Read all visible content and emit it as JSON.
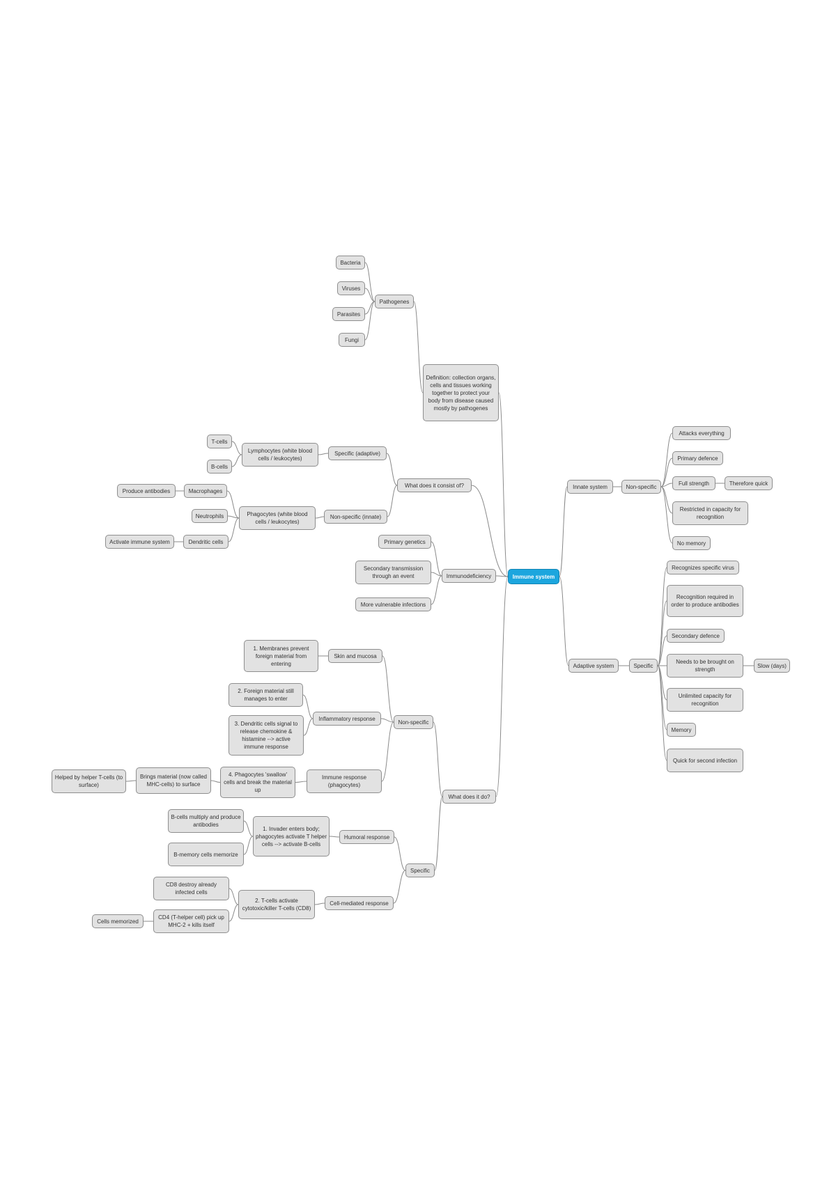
{
  "colors": {
    "root_fill": "#1ca6de",
    "node_fill": "#e2e2e2",
    "node_border": "#8e8e8e",
    "edge": "#8a8a8a"
  },
  "nodes": {
    "root": "Immune system",
    "definition": "Definition: collection organs, cells and tissues working together to protect your body from disease caused mostly by pathogenes",
    "pathogenes": "Pathogenes",
    "bacteria": "Bacteria",
    "viruses": "Viruses",
    "parasites": "Parasites",
    "fungi": "Fungi",
    "consists": "What does it consist of?",
    "specific_adaptive": "Specific (adaptive)",
    "lymphocytes": "Lymphocytes (white blood cells / leukocytes)",
    "tcells": "T-cells",
    "bcells": "B-cells",
    "nonspecific_innate": "Non-specific (innate)",
    "phagocytes": "Phagocytes (white blood cells / leukocytes)",
    "macrophages": "Macrophages",
    "produce_antibodies": "Produce antibodies",
    "neutrophils": "Neutrophils",
    "dendritic": "Dendritic cells",
    "activate_immune": "Activate immune system",
    "immunodef": "Immunodeficiency",
    "primary_genetics": "Primary genetics",
    "secondary_transmission": "Secondary transmission through an event",
    "more_vulnerable": "More vulnerable infections",
    "what_do": "What does it do?",
    "nonspecific_do": "Non-specific",
    "skin": "Skin and mucosa",
    "membranes": "1. Membranes prevent foreign material from entering",
    "inflammatory": "Inflammatory response",
    "foreign_still": "2. Foreign material still manages to enter",
    "dendritic_signal": "3. Dendritic cells signal to release chemokine & histamine --> active immune response",
    "immune_response": "Immune response (phagocytes)",
    "swallow": "4. Phagocytes 'swallow' cells and break the material up",
    "brings_material": "Brings material (now called MHC-cells) to surface",
    "helped_by": "Helped by helper T-cells (to surface)",
    "specific_do": "Specific",
    "humoral": "Humoral response",
    "invader_enters": "1. Invader enters body; phagocytes activate T helper cells --> activate B-cells",
    "bcells_multiply": "B-cells multiply and produce antibodies",
    "bmemory": "B-memory cells memorize",
    "cell_mediated": "Cell-mediated response",
    "tcells_activate": "2. T-cells activate cytotoxic/killer T-cells (CD8)",
    "cd8_destroy": "CD8 destroy already infected cells",
    "cd4": "CD4 (T-helper cell) pick up MHC-2 + kills itself",
    "cells_memorized": "Cells memorized",
    "innate_system": "Innate system",
    "innate_nonspecific": "Non-specific",
    "attacks": "Attacks everything",
    "primary_defence": "Primary defence",
    "full_strength": "Full strength",
    "therefore_quick": "Therefore quick",
    "restricted": "Restricted in capacity for recognition",
    "no_memory": "No memory",
    "adaptive_system": "Adaptive system",
    "adaptive_specific": "Specific",
    "recognizes_specific": "Recognizes specific virus",
    "recognition_required": "Recognition required in order to produce antibodies",
    "secondary_defence": "Secondary defence",
    "needs_brought": "Needs to be brought on strength",
    "slow_days": "Slow (days)",
    "unlimited": "Unlimited capacity for recognition",
    "memory": "Memory",
    "quick_second": "Quick for second infection"
  }
}
